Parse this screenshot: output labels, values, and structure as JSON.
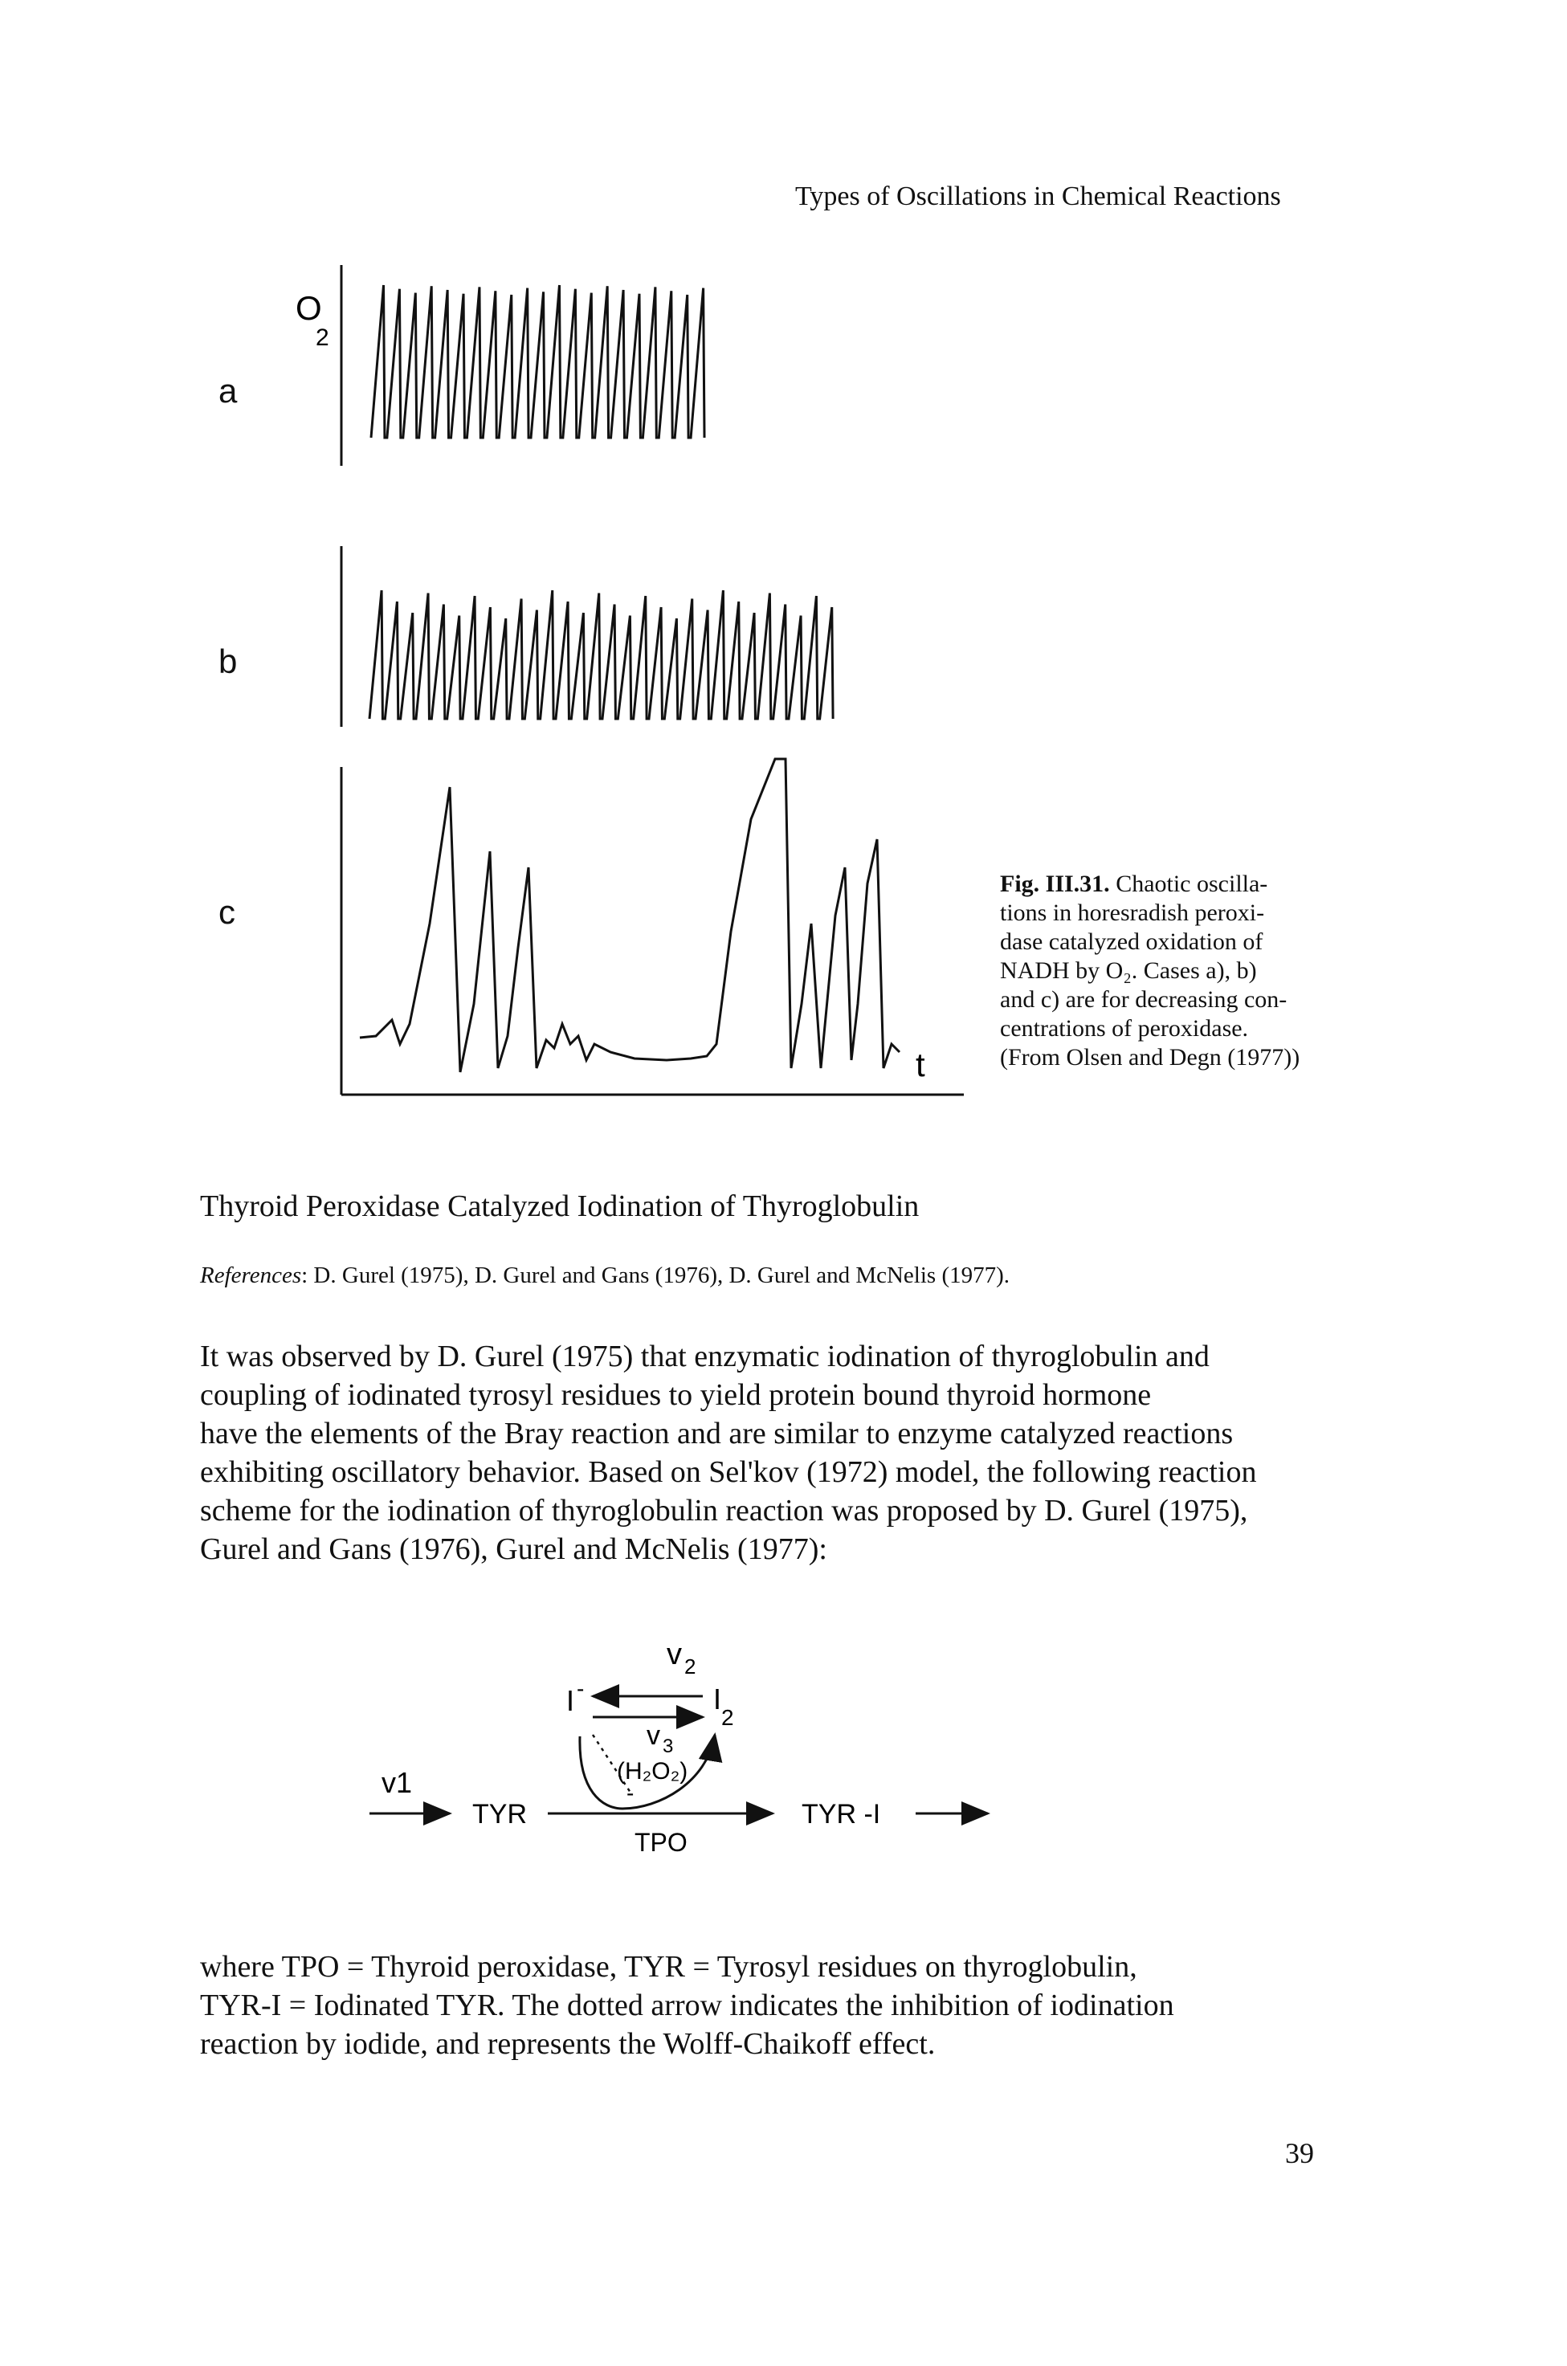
{
  "running_head": "Types of Oscillations in Chemical Reactions",
  "figure": {
    "panels": [
      {
        "label": "a",
        "species": "O",
        "species_sub": "2"
      },
      {
        "label": "b"
      },
      {
        "label": "c",
        "time_label": "t"
      }
    ],
    "caption": {
      "number": "Fig. III.31.",
      "lines": [
        "Chaotic oscilla-",
        "tions in horesradish peroxi-",
        "dase catalyzed oxidation of",
        "NADH by O₂. Cases a), b)",
        "and c) are for decreasing con-",
        "centrations of peroxidase.",
        "(From Olsen and Degn (1977))"
      ]
    }
  },
  "section_title": "Thyroid Peroxidase Catalyzed Iodination of Thyroglobulin",
  "references": {
    "label": "References",
    "text": ": D. Gurel (1975), D. Gurel and Gans (1976), D. Gurel and McNelis (1977)."
  },
  "paragraph1_lines": [
    "It was observed by D. Gurel (1975) that enzymatic iodination of thyroglobulin and",
    "coupling of iodinated tyrosyl residues to yield protein bound thyroid hormone",
    "have the elements of the Bray reaction and are similar to enzyme catalyzed reactions",
    "exhibiting oscillatory behavior. Based on Sel'kov (1972) model, the following reaction",
    "scheme for the iodination of thyroglobulin reaction was proposed by D. Gurel (1975),",
    "Gurel and Gans (1976), Gurel and McNelis (1977):"
  ],
  "scheme": {
    "v1": "v1",
    "v2": "v",
    "v2_sub": "2",
    "v3": "v",
    "v3_sub": "3",
    "iodide": "I",
    "iodide_sup": "-",
    "iodine": "I",
    "iodine_sub": "2",
    "h2o2": "(H₂O₂)",
    "minus": "-",
    "tyr": "TYR",
    "tyr_i": "TYR -I",
    "tpo": "TPO"
  },
  "paragraph2_lines": [
    "where TPO = Thyroid peroxidase, TYR = Tyrosyl residues on thyroglobulin,",
    "TYR-I = Iodinated TYR. The dotted arrow indicates the inhibition of iodination",
    "reaction by iodide, and represents the Wolff-Chaikoff effect."
  ],
  "page_number": "39"
}
